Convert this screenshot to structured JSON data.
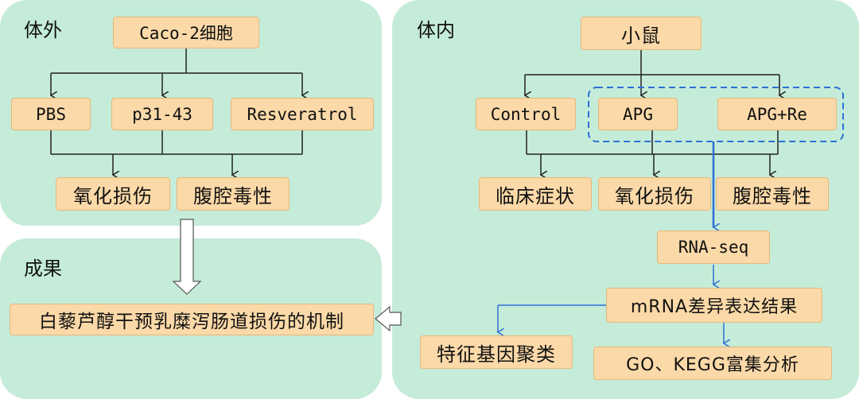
{
  "in_vitro": {
    "title": "体外",
    "cell": "Caco-2细胞",
    "groups": [
      "PBS",
      "p31-43",
      "Resveratrol"
    ],
    "outcomes": [
      "氧化损伤",
      "腹腔毒性"
    ]
  },
  "in_vivo": {
    "title": "体内",
    "animal": "小鼠",
    "groups": [
      "Control",
      "APG",
      "APG+Re"
    ],
    "outcomes": [
      "临床症状",
      "氧化损伤",
      "腹腔毒性"
    ],
    "rnaseq": "RNA-seq",
    "mrna": "mRNA差异表达结果",
    "cluster": "特征基因聚类",
    "enrich": "GO、KEGG富集分析"
  },
  "result": {
    "title": "成果",
    "conclusion": "白藜芦醇干预乳糜泻肠道损伤的机制"
  },
  "colors": {
    "panel": "#c5ecd9",
    "box": "#fbd9a8",
    "box_border": "#e9b77a",
    "blue": "#2e6fd6"
  }
}
